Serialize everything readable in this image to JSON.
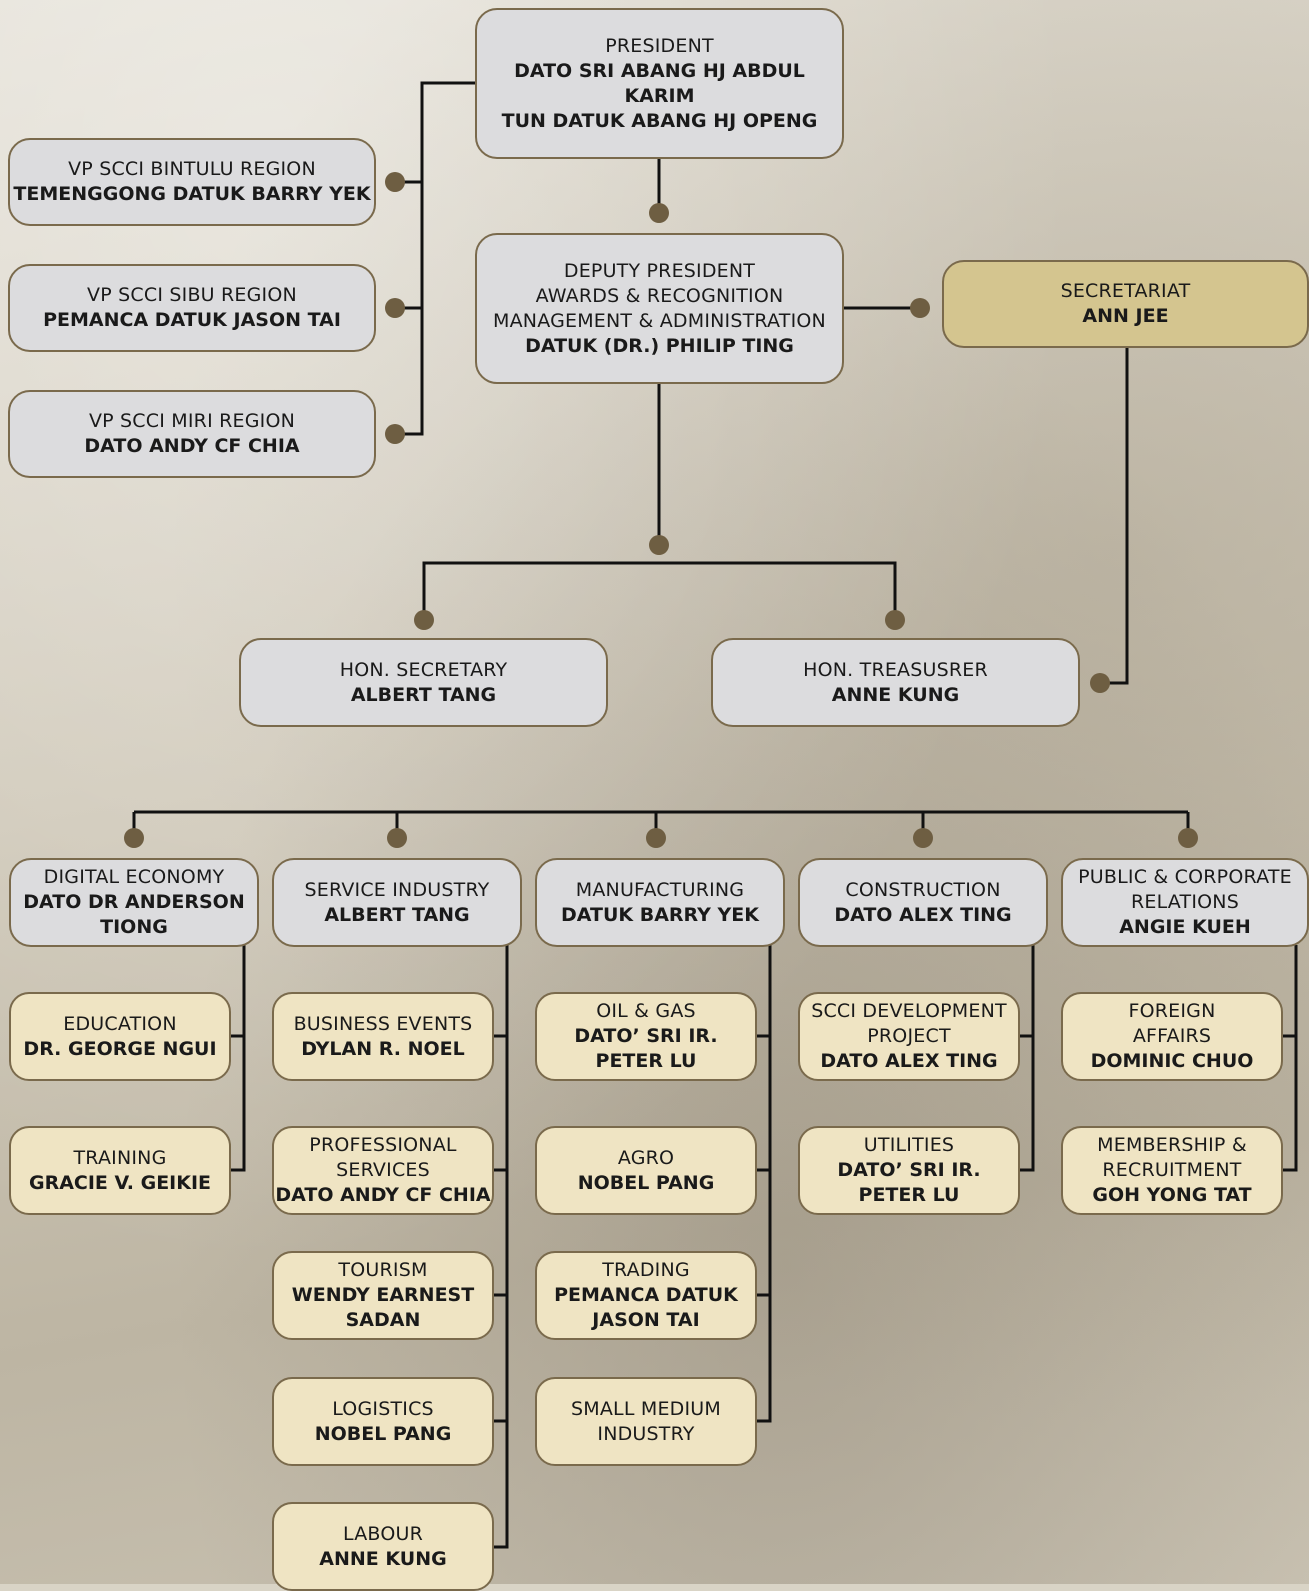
{
  "president": {
    "role": "PRESIDENT",
    "name": "DATO SRI ABANG HJ ABDUL KARIM\nTUN DATUK ABANG HJ OPENG"
  },
  "vp_bintulu": {
    "role": "VP SCCI BINTULU REGION",
    "name": "TEMENGGONG DATUK BARRY YEK"
  },
  "vp_sibu": {
    "role": "VP SCCI SIBU REGION",
    "name": "PEMANCA DATUK JASON TAI"
  },
  "vp_miri": {
    "role": "VP SCCI MIRI REGION",
    "name": "DATO ANDY CF CHIA"
  },
  "deputy": {
    "role": "DEPUTY PRESIDENT\nAWARDS & RECOGNITION\nMANAGEMENT & ADMINISTRATION",
    "name": "DATUK (DR.) PHILIP TING"
  },
  "secretariat": {
    "role": "SECRETARIAT",
    "name": "ANN JEE"
  },
  "hon_secretary": {
    "role": "HON. SECRETARY",
    "name": "ALBERT TANG"
  },
  "hon_treasurer": {
    "role": "HON. TREASUSRER",
    "name": "ANNE KUNG"
  },
  "digital": {
    "role": "DIGITAL ECONOMY",
    "name": "DATO DR ANDERSON\nTIONG"
  },
  "service": {
    "role": "SERVICE INDUSTRY",
    "name": "ALBERT TANG"
  },
  "manufacturing": {
    "role": "MANUFACTURING",
    "name": "DATUK BARRY YEK"
  },
  "construction": {
    "role": "CONSTRUCTION",
    "name": "DATO ALEX TING"
  },
  "public": {
    "role": "PUBLIC & CORPORATE\nRELATIONS",
    "name": "ANGIE KUEH"
  },
  "education": {
    "role": "EDUCATION",
    "name": "DR. GEORGE NGUI"
  },
  "training": {
    "role": "TRAINING",
    "name": "GRACIE V. GEIKIE"
  },
  "business_events": {
    "role": "BUSINESS EVENTS",
    "name": "DYLAN R. NOEL"
  },
  "professional": {
    "role": "PROFESSIONAL\nSERVICES",
    "name": "DATO ANDY CF CHIA"
  },
  "tourism": {
    "role": "TOURISM",
    "name": "WENDY EARNEST\nSADAN"
  },
  "logistics": {
    "role": "LOGISTICS",
    "name": "NOBEL PANG"
  },
  "labour": {
    "role": "LABOUR",
    "name": "ANNE KUNG"
  },
  "oil_gas": {
    "role": "OIL & GAS",
    "name": "DATO’ SRI IR.\nPETER LU"
  },
  "agro": {
    "role": "AGRO",
    "name": "NOBEL PANG"
  },
  "trading": {
    "role": "TRADING",
    "name": "PEMANCA DATUK\nJASON TAI"
  },
  "sme": {
    "role": "SMALL MEDIUM\nINDUSTRY",
    "name": ""
  },
  "scci_dev": {
    "role": "SCCI DEVELOPMENT\nPROJECT",
    "name": "DATO ALEX TING"
  },
  "utilities": {
    "role": "UTILITIES",
    "name": "DATO’ SRI IR.\nPETER LU"
  },
  "foreign": {
    "role": "FOREIGN\nAFFAIRS",
    "name": "DOMINIC CHUO"
  },
  "membership": {
    "role": "MEMBERSHIP &\nRECRUITMENT",
    "name": "GOH YONG TAT"
  }
}
